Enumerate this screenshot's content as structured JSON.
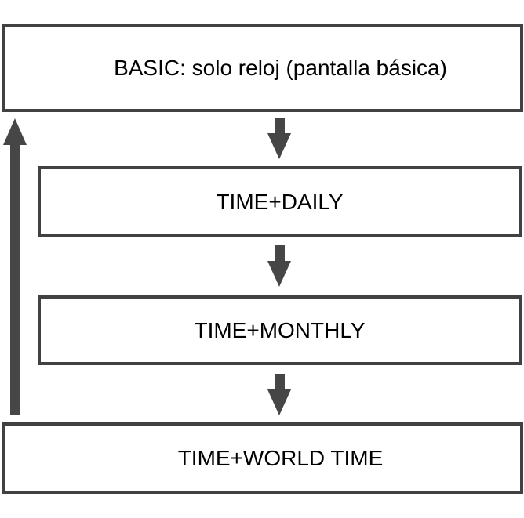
{
  "diagram": {
    "type": "flowchart",
    "background": "#ffffff",
    "border_color": "#414141",
    "arrow_color": "#464646",
    "text_color": "#000000",
    "nodes": [
      {
        "id": "basic",
        "label": "BASIC: solo reloj (pantalla básica)"
      },
      {
        "id": "time-daily",
        "label": "TIME+DAILY"
      },
      {
        "id": "time-monthly",
        "label": "TIME+MONTHLY"
      },
      {
        "id": "time-world-time",
        "label": "TIME+WORLD TIME"
      }
    ],
    "edges": [
      {
        "from": "basic",
        "to": "time-daily",
        "direction": "down"
      },
      {
        "from": "time-daily",
        "to": "time-monthly",
        "direction": "down"
      },
      {
        "from": "time-monthly",
        "to": "time-world-time",
        "direction": "down"
      },
      {
        "from": "time-world-time",
        "to": "basic",
        "direction": "up"
      }
    ]
  }
}
